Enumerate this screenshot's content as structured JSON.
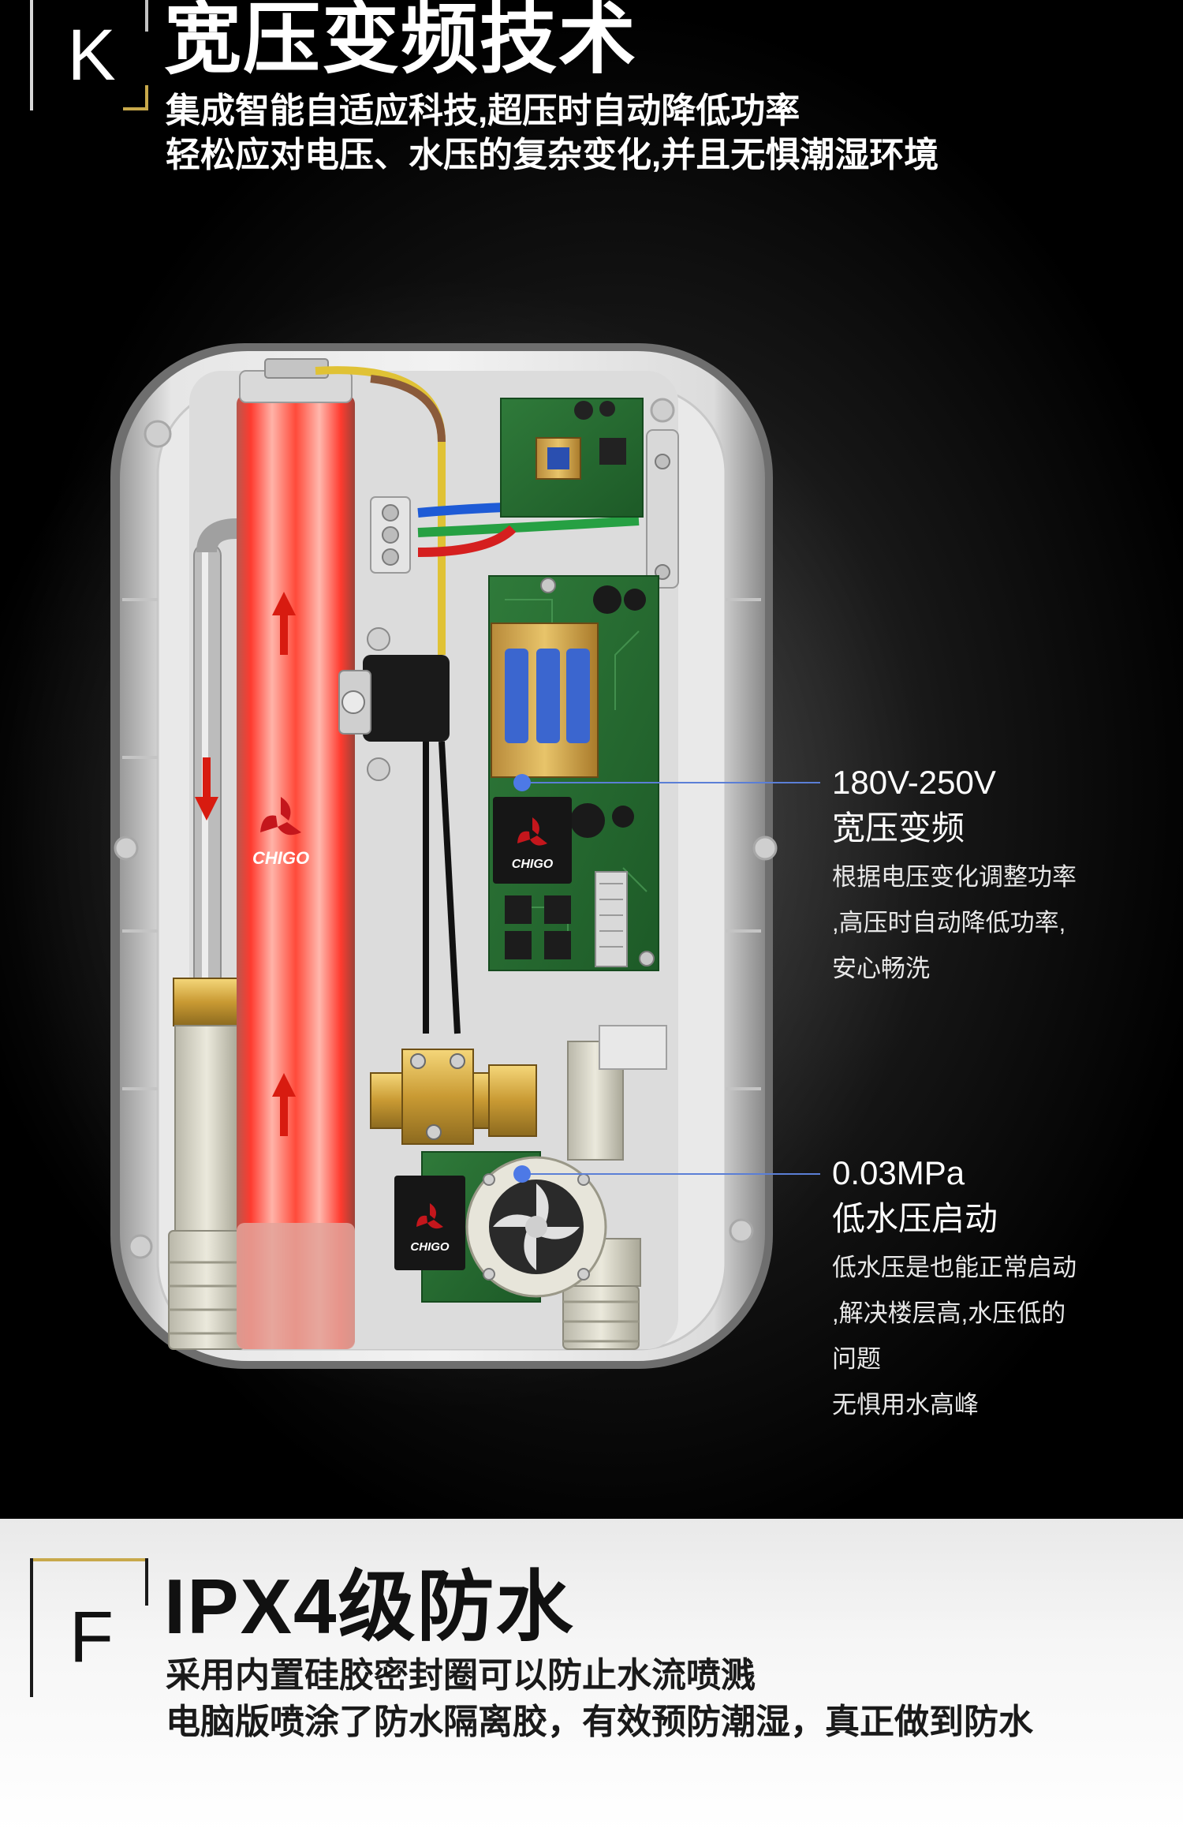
{
  "section_k": {
    "letter": "K",
    "title": "宽压变频技术",
    "lines": [
      "集成智能自适应科技,超压时自动降低功率",
      "轻松应对电压、水压的复杂变化,并且无惧潮湿环境"
    ]
  },
  "product": {
    "brand": "CHIGO"
  },
  "callout_voltage": {
    "value": "180V-250V",
    "heading": "宽压变频",
    "desc": [
      "根据电压变化调整功率",
      ",高压时自动降低功率,",
      "安心畅洗"
    ]
  },
  "callout_pressure": {
    "value": "0.03MPa",
    "heading": "低水压启动",
    "desc": [
      "低水压是也能正常启动",
      ",解决楼层高,水压低的",
      "问题",
      "无惧用水高峰"
    ]
  },
  "section_f": {
    "letter": "F",
    "title": "IPX4级防水",
    "lines": [
      "采用内置硅胶密封圈可以防止水流喷溅",
      "电脑版喷涂了防水隔离胶，有效预防潮湿，真正做到防水"
    ]
  },
  "colors": {
    "gold": "#c8a94b",
    "callout_line": "#5b7fd6",
    "heater_red": "#e2524f"
  }
}
